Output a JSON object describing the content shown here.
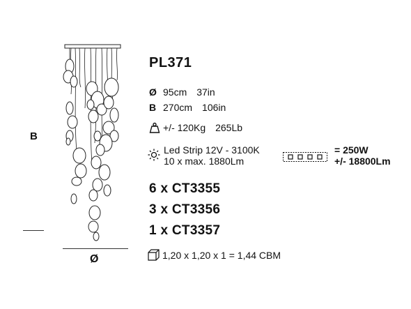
{
  "model": "PL371",
  "diameter": {
    "symbol": "Ø",
    "cm": "95cm",
    "in": "37in"
  },
  "height": {
    "symbol": "B",
    "cm": "270cm",
    "in": "106in"
  },
  "weight": {
    "kg": "+/- 120Kg",
    "lb": "265Lb"
  },
  "led": {
    "line1": "Led Strip 12V - 3100K",
    "line2": "10 x max. 1880Lm",
    "power": "= 250W",
    "lumen": "+/- 18800Lm"
  },
  "parts": [
    "6 x CT3355",
    "3 x CT3356",
    "1 x CT3357"
  ],
  "packaging": "1,20 x 1,20 x 1 = 1,44 CBM",
  "drawing_labels": {
    "height": "B",
    "diameter": "Ø"
  }
}
